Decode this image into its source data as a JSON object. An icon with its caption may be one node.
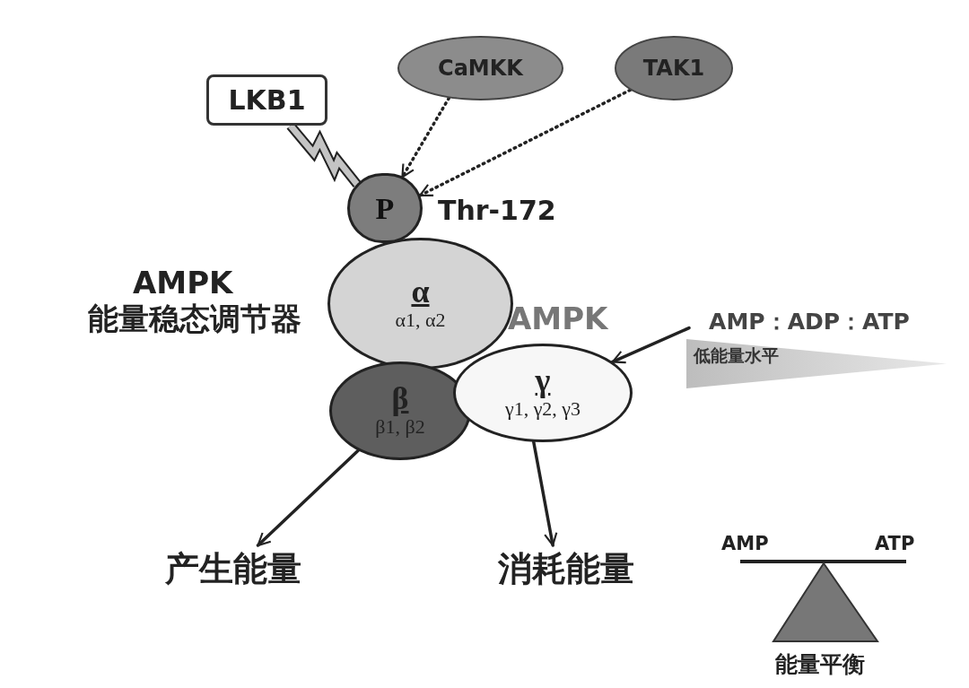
{
  "diagram": {
    "nodes": [
      {
        "text": [
          "LKB1"
        ]
      },
      {
        "text": [
          "CaMKK"
        ]
      },
      {
        "text": [
          "TAK1"
        ]
      },
      {
        "text": [
          "P"
        ],
        "beside": [
          "Thr-172"
        ]
      },
      {
        "text": [
          "α",
          "α1, α2"
        ]
      },
      {
        "text": [
          "β",
          "β1, β2"
        ]
      },
      {
        "text": [
          "γ",
          "γ1, γ2, γ3"
        ]
      },
      {
        "text": [
          "AMP：ADP：ATP"
        ]
      },
      {
        "text": [
          "低能量水平"
        ]
      },
      {
        "text": [
          "产生能量"
        ]
      },
      {
        "text": [
          "消耗能量"
        ]
      }
    ],
    "edges": [
      {
        "from": 0,
        "to": 3,
        "arrow": "none",
        "style": "thick"
      },
      {
        "from": 1,
        "to": 3,
        "arrow": "to",
        "style": "dashed"
      },
      {
        "from": 2,
        "to": 3,
        "arrow": "to",
        "style": "dashed"
      },
      {
        "from": 7,
        "to": 6,
        "arrow": "to"
      },
      {
        "from": 5,
        "to": 9,
        "arrow": "to"
      },
      {
        "from": 6,
        "to": 10,
        "arrow": "to"
      }
    ],
    "labels": [
      "AMPK",
      "AMPK",
      "能量稳态调节器",
      "AMP",
      "ATP",
      "能量平衡"
    ]
  }
}
